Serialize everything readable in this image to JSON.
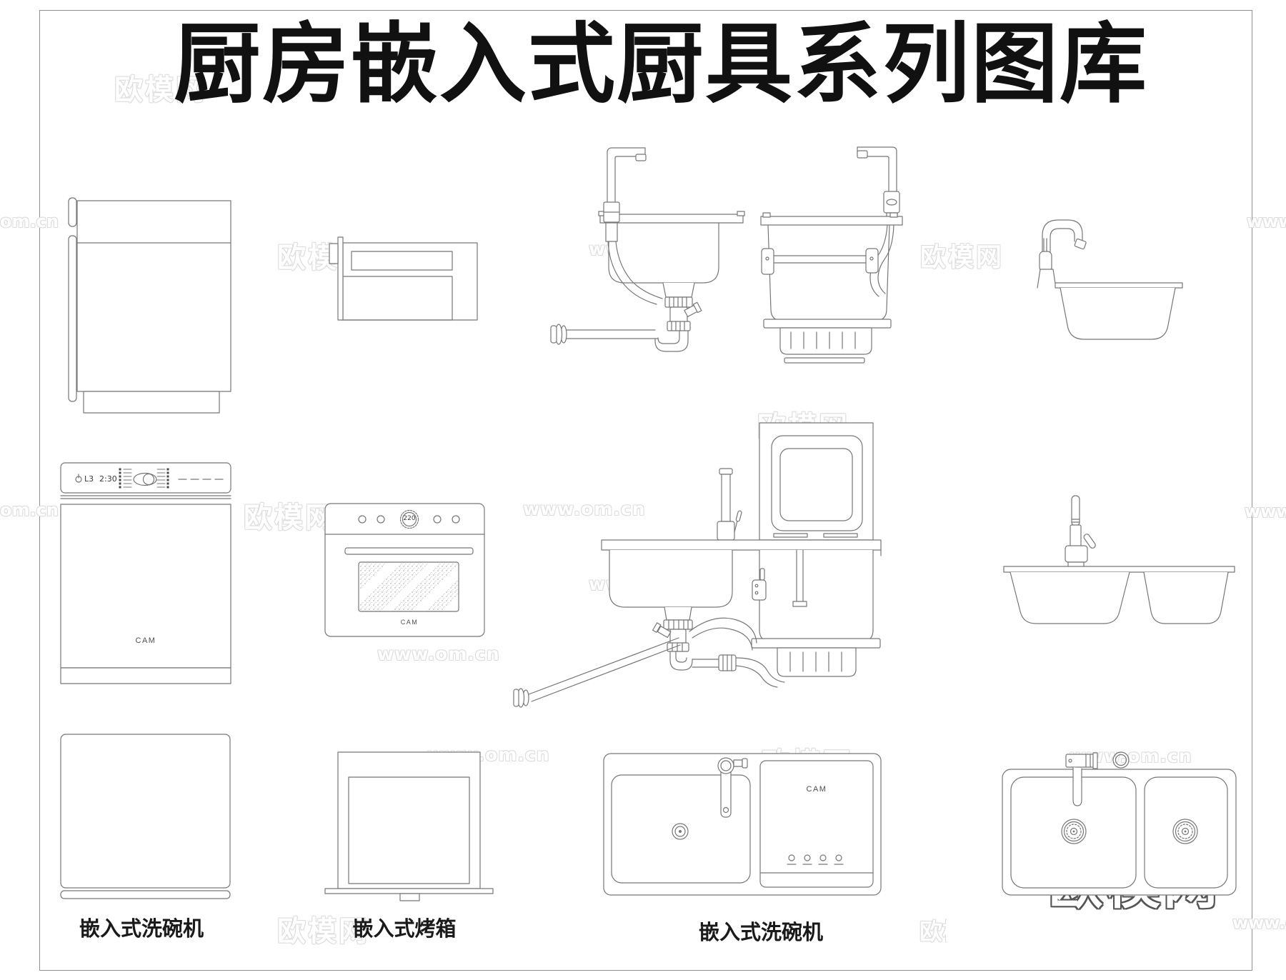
{
  "page": {
    "title": "厨房嵌入式厨具系列图库"
  },
  "labels": {
    "dishwasher_left": "嵌入式洗碗机",
    "oven": "嵌入式烤箱",
    "dishwasher_combo": "嵌入式洗碗机"
  },
  "appliance_text": {
    "brand": "CAM",
    "program": "L3",
    "time": "2:30",
    "temperature": "220"
  },
  "watermarks": {
    "brand": "欧模网",
    "site": "www.om.cn",
    "edge_left": "om.cn",
    "edge_right": "www.o"
  },
  "colors": {
    "line": "#777777",
    "title_text": "#111111",
    "watermark_light": "#dcdcdc",
    "watermark_dark": "#525252"
  }
}
